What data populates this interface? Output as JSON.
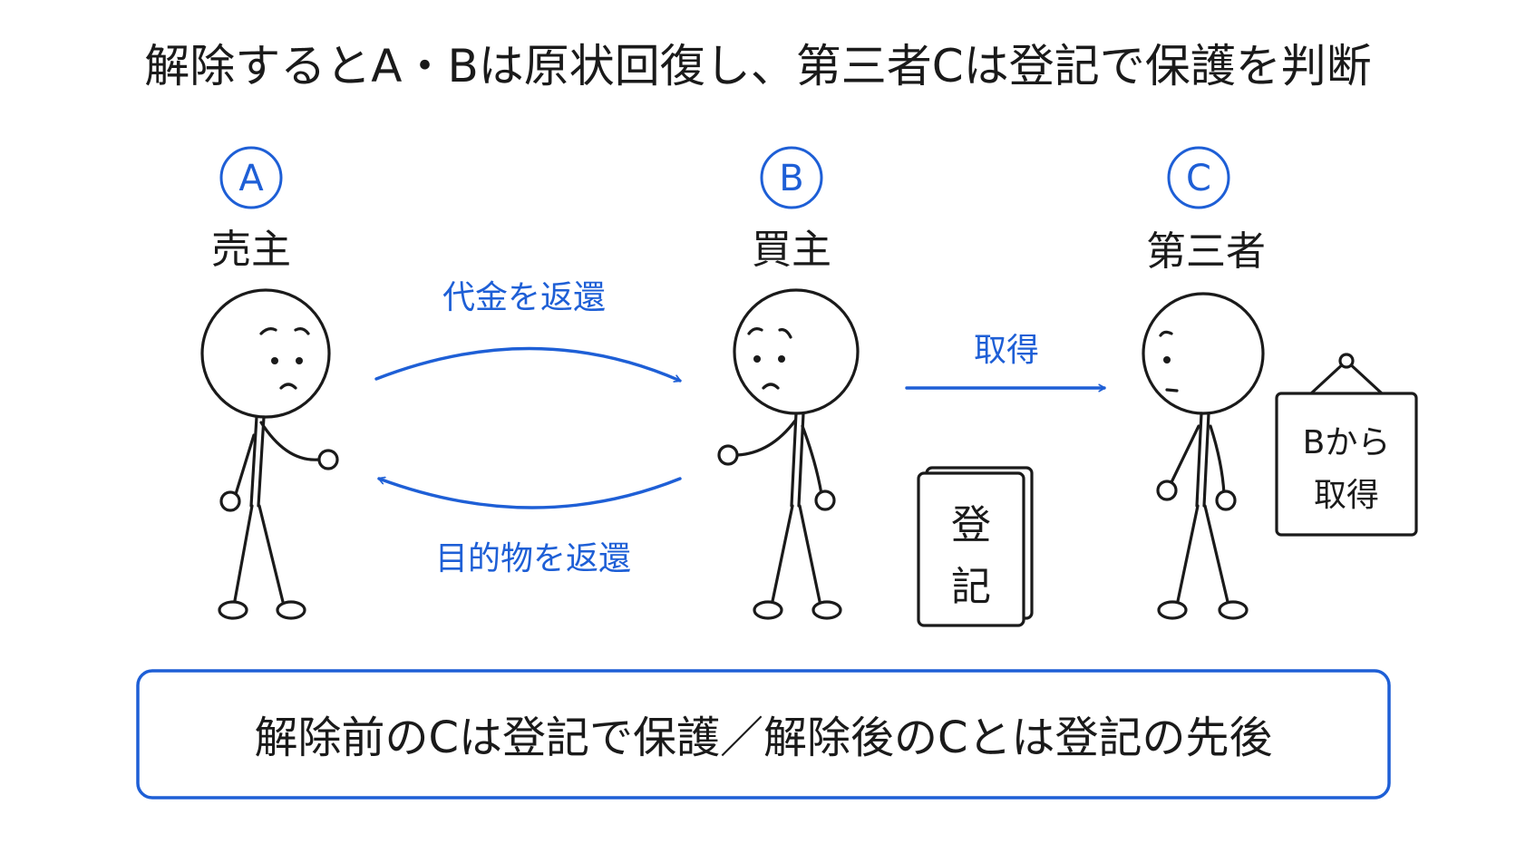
{
  "title": "解除するとA・Bは原状回復し、第三者Cは登記で保護を判断",
  "parties": [
    {
      "letter": "A",
      "role": "売主"
    },
    {
      "letter": "B",
      "role": "買主"
    },
    {
      "letter": "C",
      "role": "第三者"
    }
  ],
  "arrows": {
    "price_return": "代金を返還",
    "object_return": "目的物を返還",
    "acquire": "取得"
  },
  "registry_book": {
    "line1": "登",
    "line2": "記"
  },
  "sign": {
    "line1": "Bから",
    "line2": "取得"
  },
  "summary": "解除前のCは登記で保護／解除後のCとは登記の先後",
  "colors": {
    "accent": "#1e5fd6",
    "ink": "#1a1a1a",
    "background": "#ffffff"
  }
}
